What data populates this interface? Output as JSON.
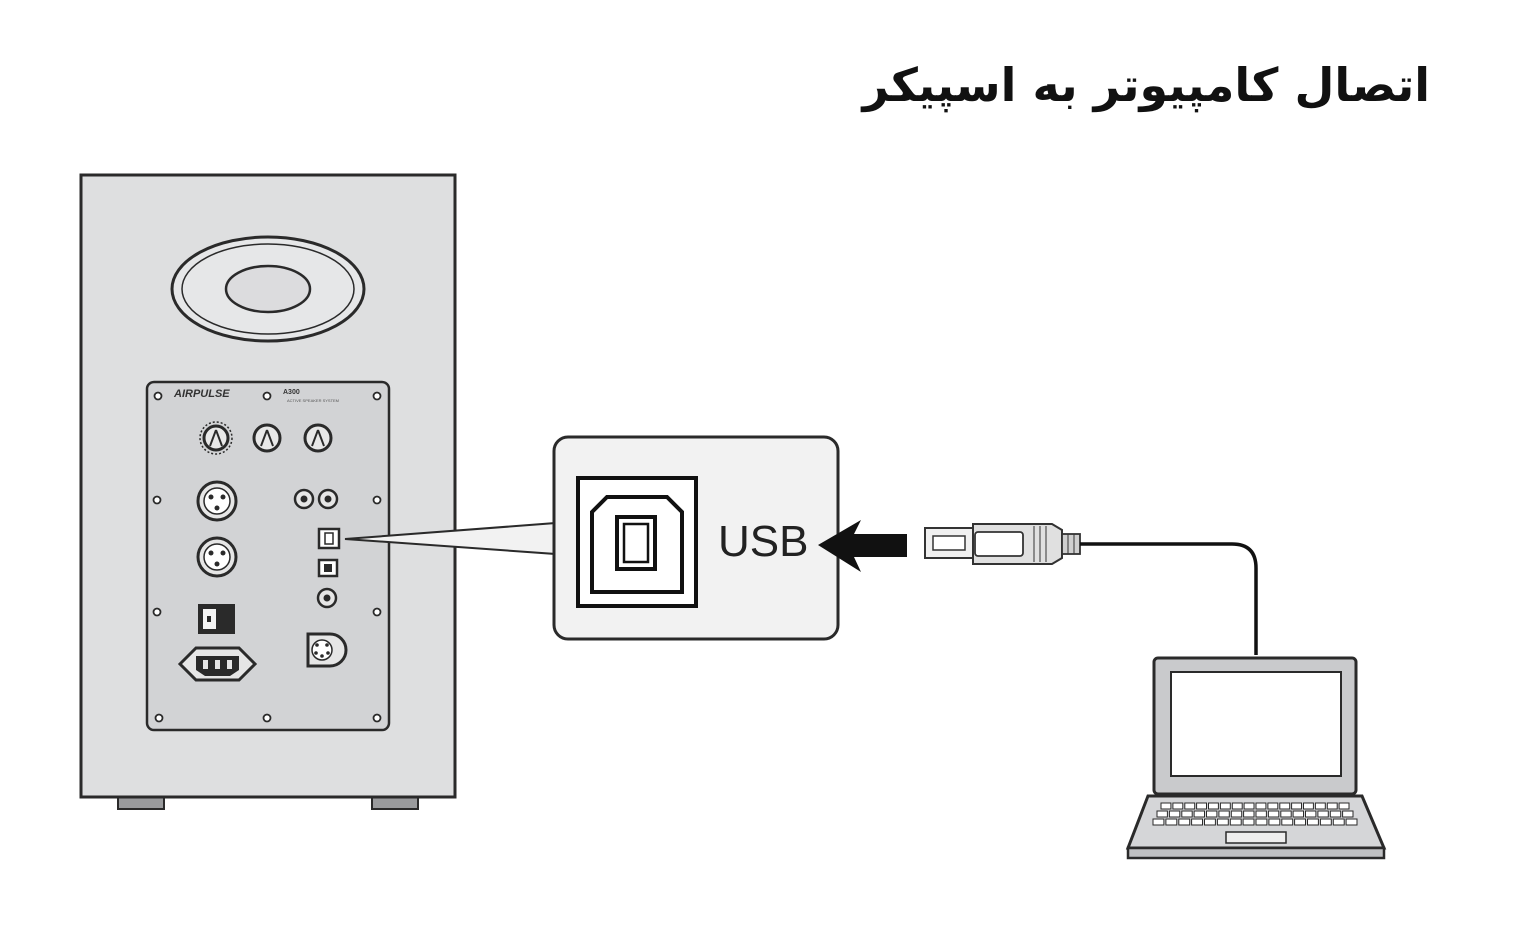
{
  "title": "اتصال کامپیوتر به اسپیکر",
  "speaker": {
    "brand": "AIRPULSE",
    "model": "A300",
    "subtitle": "ACTIVE SPEAKER SYSTEM"
  },
  "port_label": "USB",
  "colors": {
    "cabinet": "#dedfe0",
    "panel": "#d2d3d5",
    "outline": "#2a2a2a",
    "callout": "#f2f2f2",
    "arrow": "#111111",
    "screen": "#ffffff",
    "laptop": "#c9cacc"
  },
  "icons": [
    "usb-b-port-icon",
    "arrow-left-icon",
    "usb-plug-icon",
    "laptop-icon",
    "speaker-icon"
  ]
}
